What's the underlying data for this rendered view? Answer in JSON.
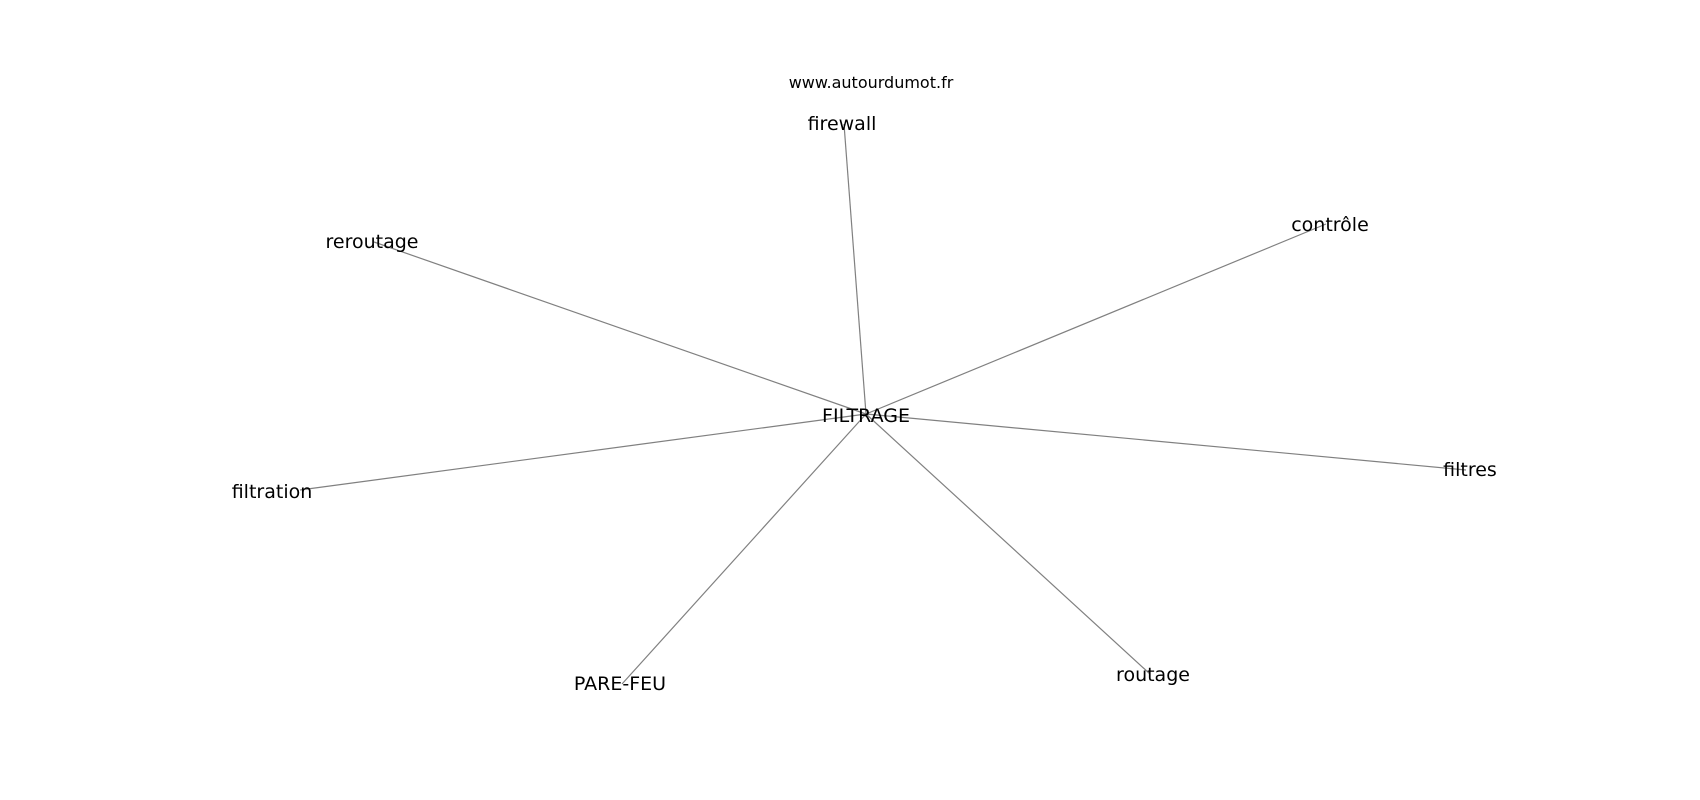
{
  "watermark": "www.autourdumot.fr",
  "graph": {
    "center": "FILTRAGE",
    "neighbors": [
      "firewall",
      "contrôle",
      "reroutage",
      "filtres",
      "filtration",
      "routage",
      "PARE-FEU"
    ]
  },
  "colors": {
    "edge": "#808080",
    "text": "#000000",
    "background": "#ffffff"
  }
}
